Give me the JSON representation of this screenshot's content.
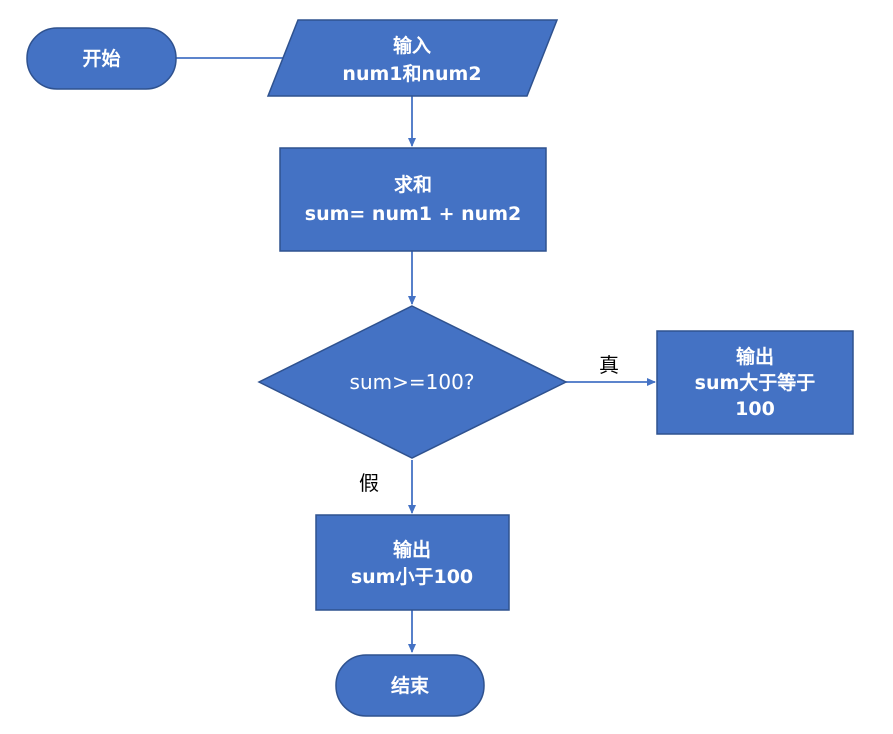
{
  "colors": {
    "shape_fill": "#4472c4",
    "shape_stroke": "#2f528f",
    "arrow": "#4472c4",
    "text": "#ffffff"
  },
  "nodes": {
    "start": {
      "label": "开始"
    },
    "input": {
      "line1": "输入",
      "line2": "num1和num2"
    },
    "sum": {
      "line1": "求和",
      "line2": "sum= num1 + num2"
    },
    "decision": {
      "label": "sum>=100?"
    },
    "out_true": {
      "line1": "输出",
      "line2": "sum大于等于",
      "line3": "100"
    },
    "out_false": {
      "line1": "输出",
      "line2": "sum小于100"
    },
    "end": {
      "label": "结束"
    }
  },
  "edges": {
    "true_label": "真",
    "false_label": "假"
  }
}
